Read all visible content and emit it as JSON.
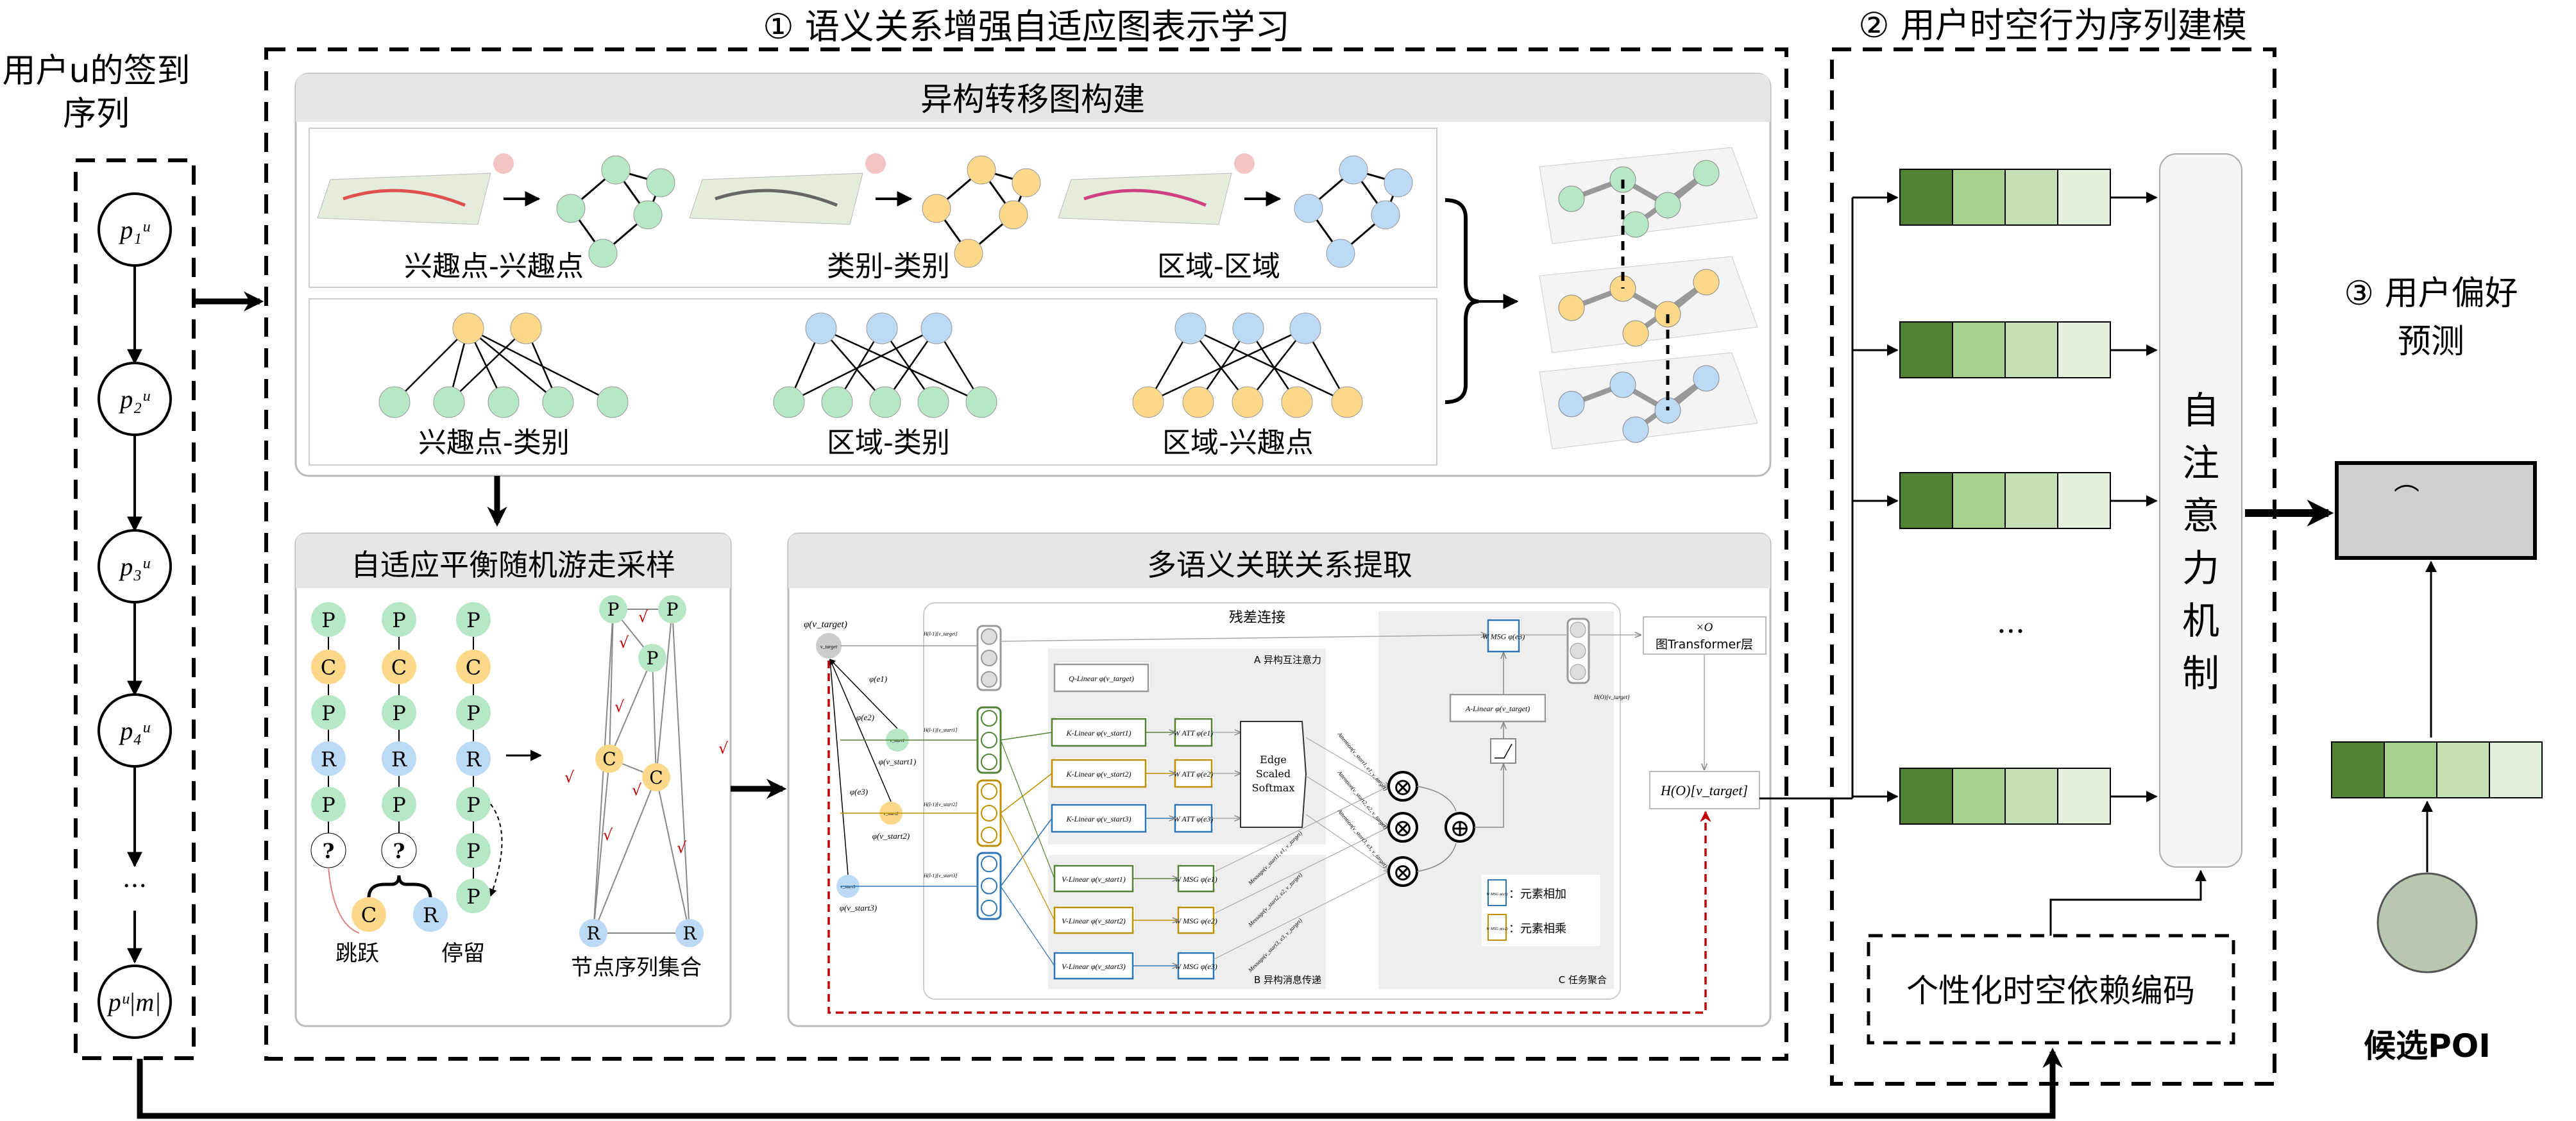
{
  "colors": {
    "poi": "#b6e8c6",
    "category": "#fcd98a",
    "region": "#bcd9f5",
    "bar": [
      "#548235",
      "#a9d18e",
      "#c5e0b4",
      "#e2efda"
    ],
    "red_dashed": "#c00000",
    "panel_header": "#e6e6e6"
  },
  "left": {
    "title_line1": "用户u的签到",
    "title_line2": "序列",
    "nodes": [
      "p₁ᵘ",
      "p₂ᵘ",
      "p₃ᵘ",
      "p₄ᵘ",
      "pᵘ|m|"
    ],
    "ellipsis": "···"
  },
  "section1": {
    "title": "① 语义关系增强自适应图表示学习",
    "hetero": {
      "title": "异构转移图构建",
      "top_labels": [
        "兴趣点-兴趣点",
        "类别-类别",
        "区域-区域"
      ],
      "bottom_labels": [
        "兴趣点-类别",
        "区域-类别",
        "区域-兴趣点"
      ]
    },
    "walk": {
      "title": "自适应平衡随机游走采样",
      "columns": [
        [
          "P",
          "C",
          "P",
          "R",
          "P",
          "?"
        ],
        [
          "P",
          "C",
          "P",
          "R",
          "P",
          "?"
        ],
        [
          "P",
          "C",
          "P",
          "R",
          "P",
          "P",
          "P"
        ]
      ],
      "choice_nodes": [
        "C",
        "R"
      ],
      "jump_label": "跳跃",
      "stay_label": "停留",
      "graph_nodes": [
        "P",
        "P",
        "P",
        "C",
        "C",
        "R",
        "R"
      ],
      "check_mark": "√",
      "set_label": "节点序列集合"
    },
    "multi": {
      "title": "多语义关联关系提取",
      "residual": "残差连接",
      "phi_target": "φ(v_target)",
      "v_target": "v_target",
      "v_starts": [
        "v_start1",
        "v_start2",
        "v_start3"
      ],
      "phi_starts": [
        "φ(v_start1)",
        "φ(v_start2)",
        "φ(v_start3)"
      ],
      "phi_edges": [
        "φ(e1)",
        "φ(e2)",
        "φ(e3)"
      ],
      "h_labels": [
        "H(l-1)[v_target]",
        "H(l-1)[v_start1]",
        "H(l-1)[v_start2]",
        "H(l-1)[v_start3]"
      ],
      "region_a": "A 异构互注意力",
      "region_b": "B 异构消息传递",
      "region_c": "C 任务聚合",
      "q_linear": "Q-Linear φ(v_target)",
      "k_linears": [
        "K-Linear φ(v_start1)",
        "K-Linear φ(v_start2)",
        "K-Linear φ(v_start3)"
      ],
      "v_linears": [
        "V-Linear φ(v_start1)",
        "V-Linear φ(v_start2)",
        "V-Linear φ(v_start3)"
      ],
      "w_att": [
        "W ATT φ(e1)",
        "W ATT φ(e2)",
        "W ATT φ(e3)"
      ],
      "w_msg": [
        "W MSG φ(e1)",
        "W MSG φ(e2)",
        "W MSG φ(e3)"
      ],
      "softmax": [
        "Edge",
        "Scaled",
        "Softmax"
      ],
      "attention_labels": [
        "Attention(v_start1, e1, v_target)",
        "Attention(v_start2, e2, v_target)",
        "Attention(v_start3, e3, v_target)"
      ],
      "message_labels": [
        "Message(v_start1, e1, v_target)",
        "Message(v_start2, e2, v_target)",
        "Message(v_start3, e3, v_target)"
      ],
      "w_msg_top": "W MSG φ(e3)",
      "a_linear": "A-Linear φ(v_target)",
      "h_o_small": "H(O)[v_target]",
      "legend": [
        {
          "symbol": "W MSG φ(e3)",
          "text": "：元素相加"
        },
        {
          "symbol": "W MSG φ(e2)",
          "text": "：元素相乘"
        }
      ],
      "times_o": "×O",
      "transformer_layer": "图Transformer层",
      "h_o": "H(O)[v_target]",
      "otimes": "⊗",
      "oplus": "⊕"
    }
  },
  "section2": {
    "title": "② 用户时空行为序列建模",
    "ellipsis": "···",
    "self_attention": [
      "自",
      "注",
      "意",
      "力",
      "机",
      "制"
    ],
    "encoding": "个性化时空依赖编码"
  },
  "section3": {
    "title_line1": "③ 用户偏好",
    "title_line2": "预测",
    "output_symbol": "⌒",
    "candidate": "候选POI"
  }
}
